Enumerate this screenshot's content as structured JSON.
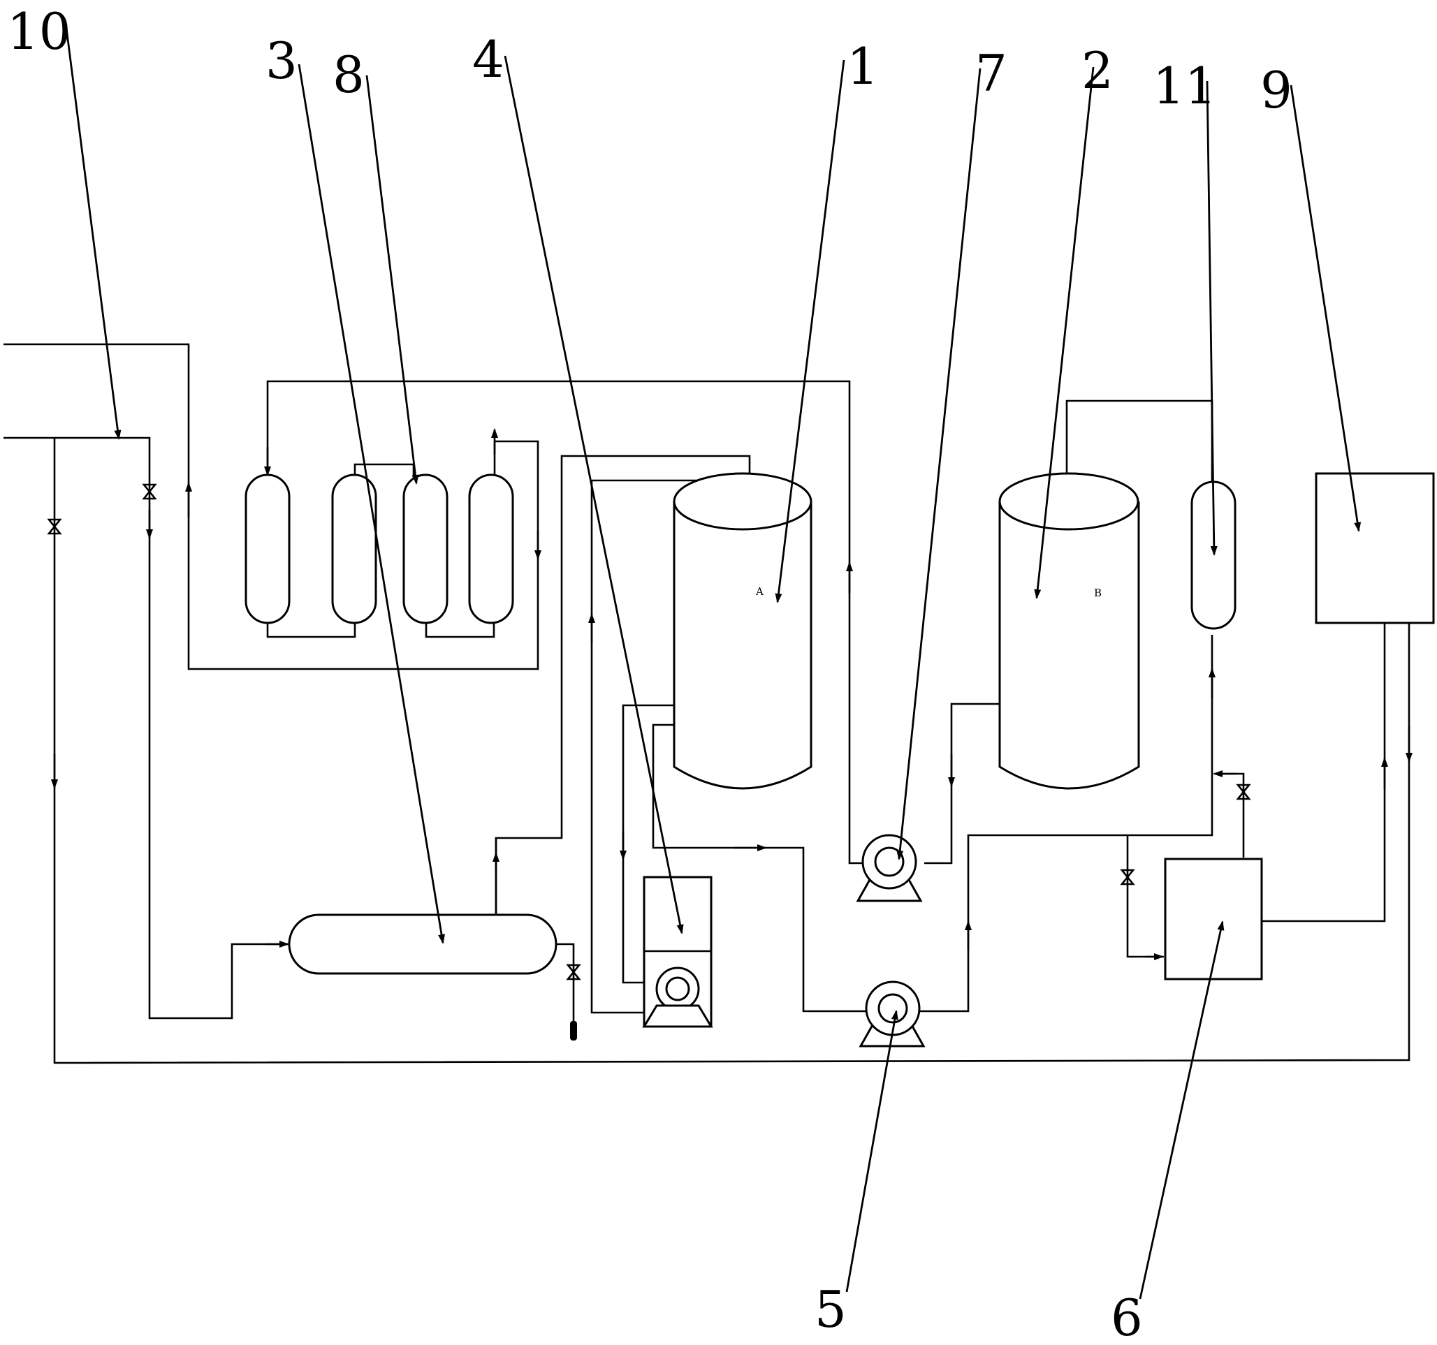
{
  "labels": {
    "l10": "10",
    "l3": "3",
    "l8": "8",
    "l4": "4",
    "l1": "1",
    "l7": "7",
    "l2": "2",
    "l11": "11",
    "l9": "9",
    "l5": "5",
    "l6": "6"
  },
  "tank_tags": {
    "a": "A",
    "b": "B"
  }
}
